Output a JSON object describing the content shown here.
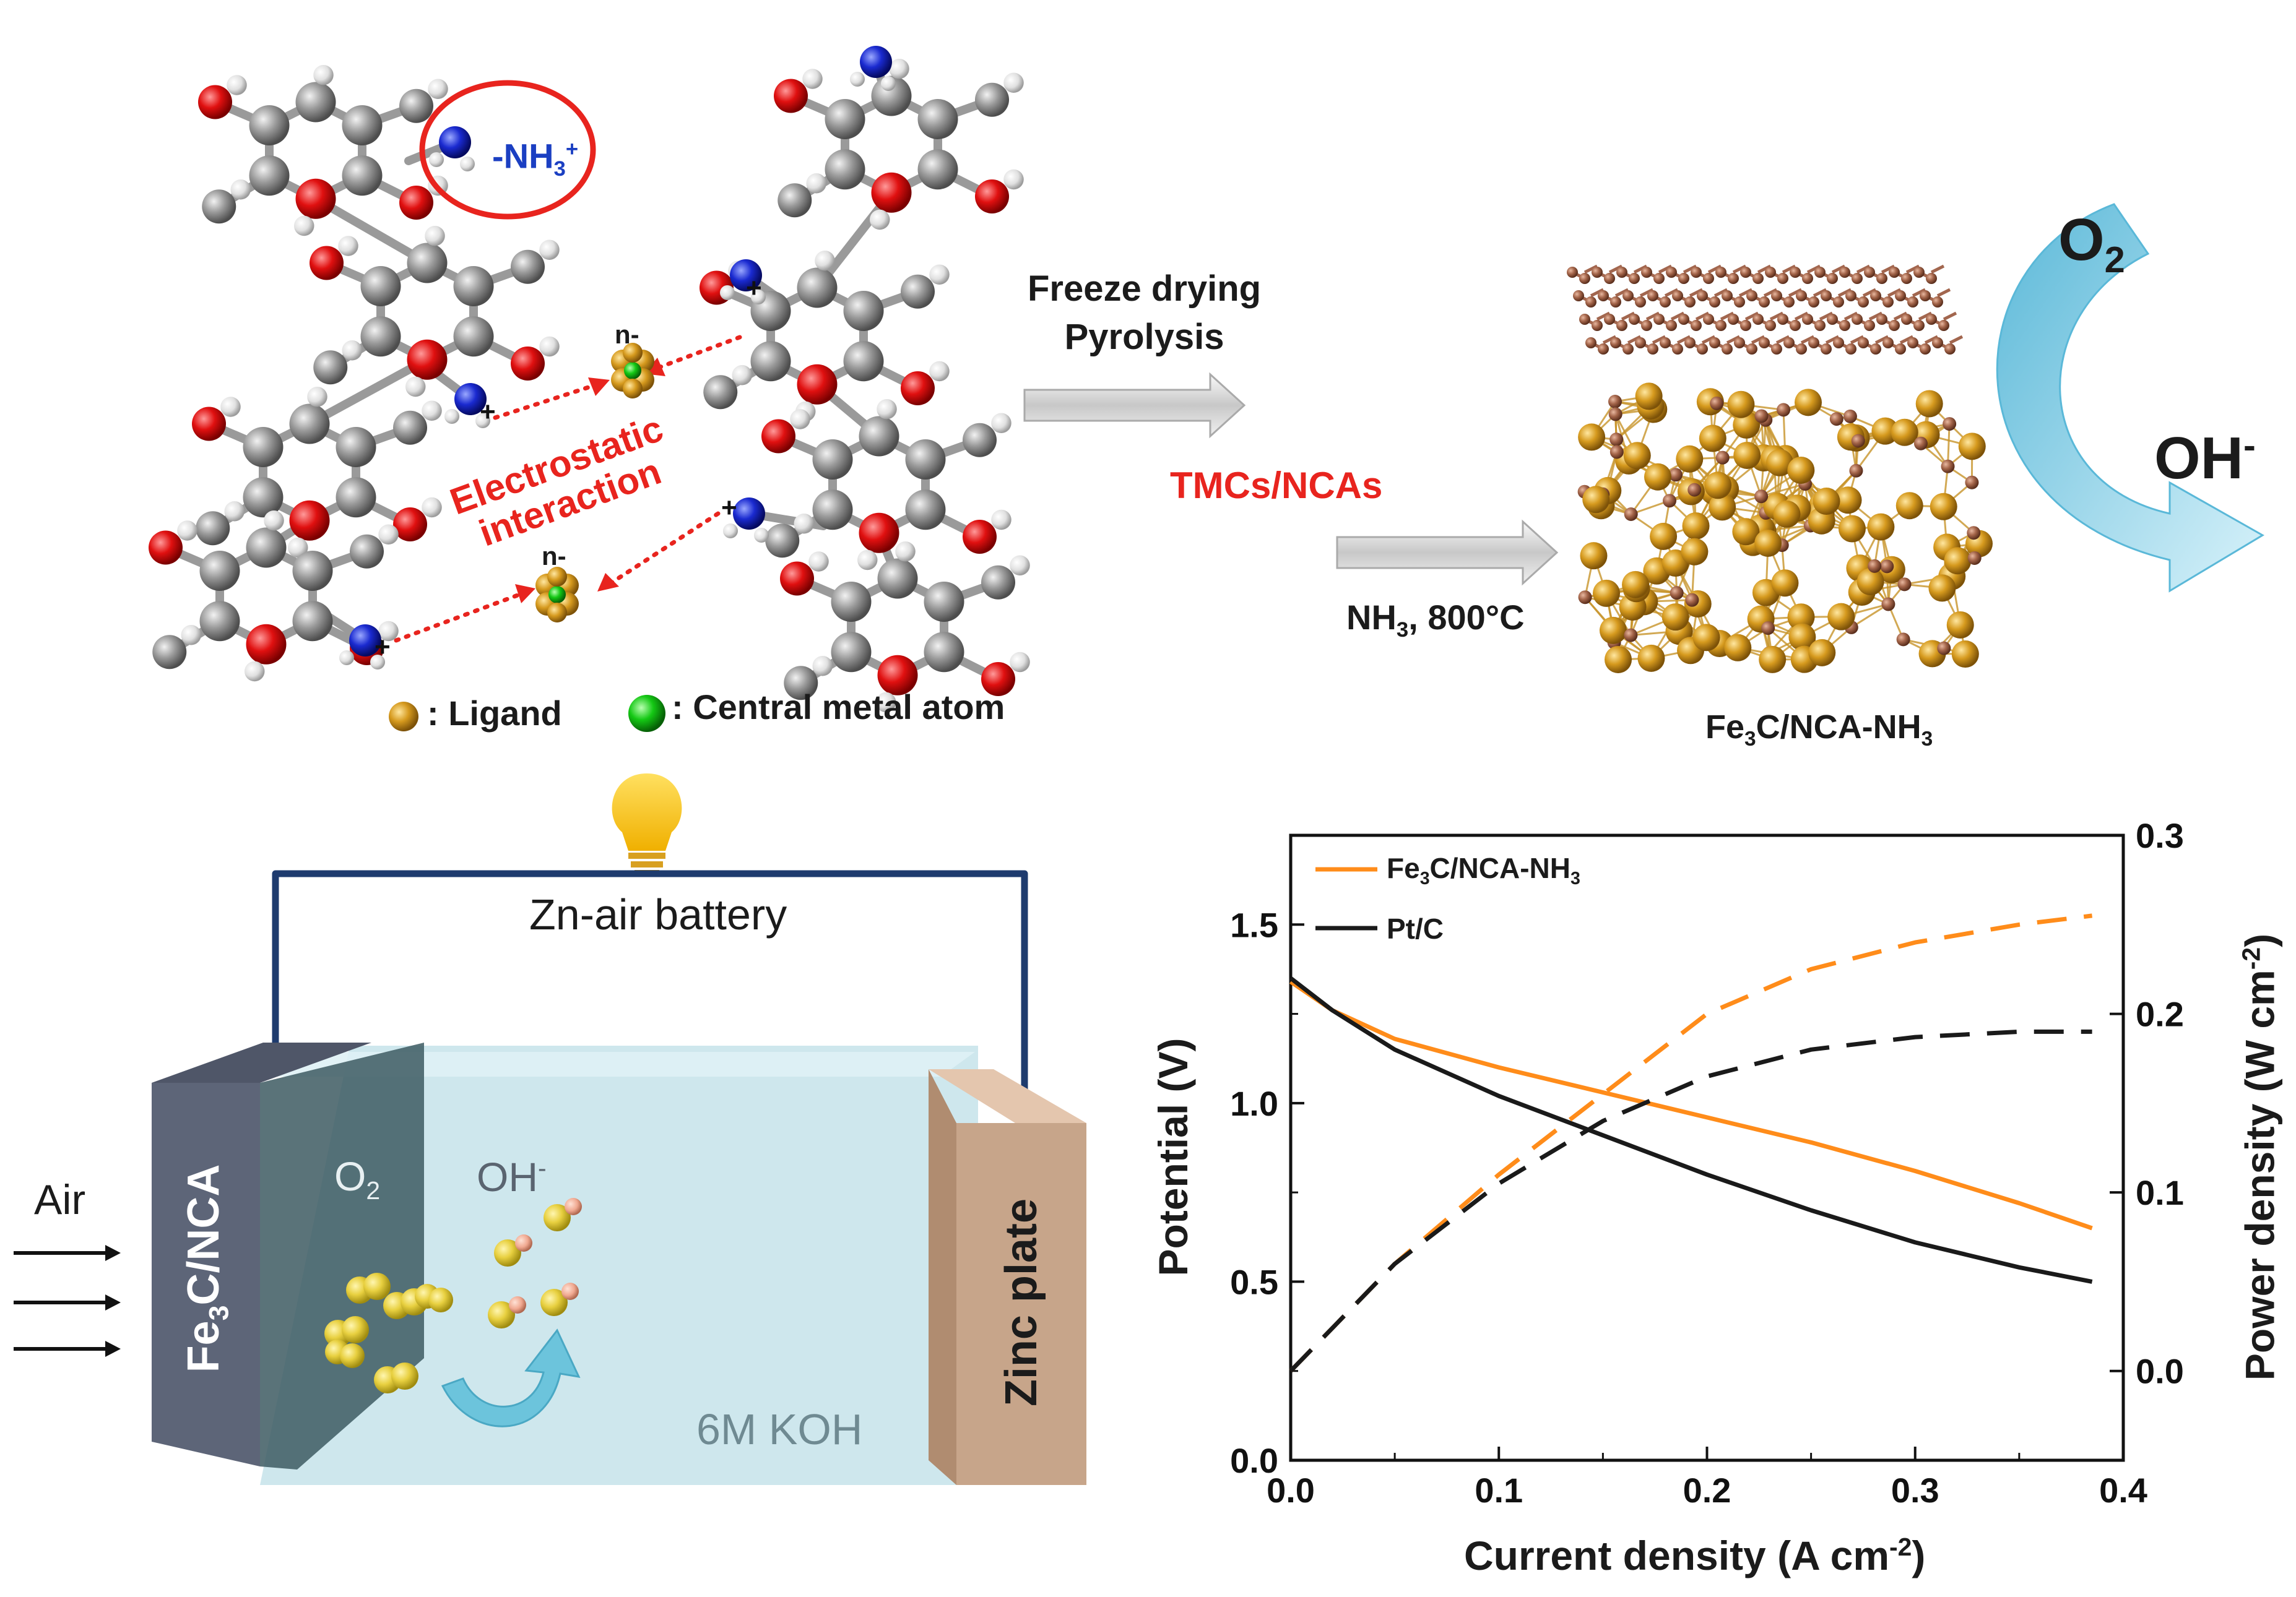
{
  "synthesis": {
    "nh3_label": "-NH",
    "nh3_sub": "3",
    "nh3_sup": "+",
    "charge_top": "n-",
    "charge_bottom": "n-",
    "interaction_line1": "Electrostatic",
    "interaction_line2": "interaction",
    "legend_ligand": ": Ligand",
    "legend_center": ": Central metal atom",
    "step1_line1": "Freeze drying",
    "step1_line2": "Pyrolysis",
    "intermediate": "TMCs/NCAs",
    "step2_pre": "NH",
    "step2_sub": "3",
    "step2_post": ", 800°C",
    "product_a": "Fe",
    "product_sub1": "3",
    "product_b": "C/NCA-NH",
    "product_sub2": "3",
    "o2_label": "O",
    "o2_sub": "2",
    "oh_label": "OH",
    "oh_sup": "-"
  },
  "battery": {
    "title": "Zn-air battery",
    "air": "Air",
    "cathode_a": "Fe",
    "cathode_sub": "3",
    "cathode_b": "C/NCA",
    "anode": "Zinc plate",
    "o2": "O",
    "o2_sub": "2",
    "oh": "OH",
    "oh_sup": "-",
    "electrolyte": "6M KOH"
  },
  "colors": {
    "fe3c_series": "#ff8c1a",
    "ptc_series": "#1a1a1a",
    "highlight_red": "#e8241e",
    "cathode_slab": "#5a6275",
    "zinc_slab": "#c8a88c",
    "electrolyte": "#bfe0e8"
  },
  "chart_data": {
    "type": "line",
    "xlabel": "Current density (A cm",
    "xlabel_sup": "-2",
    "xlabel_end": ")",
    "ylabel": "Potential (V)",
    "y2label": "Power density (W cm",
    "y2label_sup": "-2",
    "y2label_end": ")",
    "xlim": [
      0,
      0.4
    ],
    "ylim": [
      0,
      1.75
    ],
    "y2lim": [
      -0.05,
      0.3
    ],
    "xticks": [
      "0.0",
      "0.1",
      "0.2",
      "0.3",
      "0.4"
    ],
    "yticks": [
      "0.0",
      "0.5",
      "1.0",
      "1.5"
    ],
    "y2ticks": [
      "0.0",
      "0.1",
      "0.2",
      "0.3"
    ],
    "legend": {
      "position": "top-left",
      "entries": [
        "Fe3C/NCA-NH3",
        "Pt/C"
      ]
    },
    "legend_display": [
      {
        "pre": "Fe",
        "sub1": "3",
        "mid": "C/NCA-NH",
        "sub2": "3"
      },
      {
        "pre": "Pt/C"
      }
    ],
    "series": [
      {
        "name": "Fe3C/NCA-NH3",
        "axis": "left",
        "style": "solid",
        "color": "#ff8c1a",
        "x": [
          0.0,
          0.02,
          0.05,
          0.1,
          0.15,
          0.2,
          0.25,
          0.3,
          0.35,
          0.385
        ],
        "y": [
          1.34,
          1.26,
          1.18,
          1.1,
          1.03,
          0.96,
          0.89,
          0.81,
          0.72,
          0.65
        ]
      },
      {
        "name": "Pt/C",
        "axis": "left",
        "style": "solid",
        "color": "#1a1a1a",
        "x": [
          0.0,
          0.02,
          0.05,
          0.1,
          0.15,
          0.2,
          0.25,
          0.3,
          0.35,
          0.385
        ],
        "y": [
          1.35,
          1.26,
          1.15,
          1.02,
          0.91,
          0.8,
          0.7,
          0.61,
          0.54,
          0.5
        ]
      },
      {
        "name": "Fe3C/NCA-NH3",
        "axis": "right",
        "style": "dashed",
        "color": "#ff8c1a",
        "x": [
          0.0,
          0.05,
          0.1,
          0.15,
          0.2,
          0.25,
          0.3,
          0.35,
          0.385
        ],
        "y": [
          0.0,
          0.06,
          0.11,
          0.155,
          0.2,
          0.225,
          0.24,
          0.25,
          0.255
        ]
      },
      {
        "name": "Pt/C",
        "axis": "right",
        "style": "dashed",
        "color": "#1a1a1a",
        "x": [
          0.0,
          0.05,
          0.1,
          0.15,
          0.2,
          0.25,
          0.3,
          0.35,
          0.385
        ],
        "y": [
          0.0,
          0.06,
          0.105,
          0.14,
          0.165,
          0.18,
          0.187,
          0.19,
          0.19
        ]
      }
    ]
  }
}
